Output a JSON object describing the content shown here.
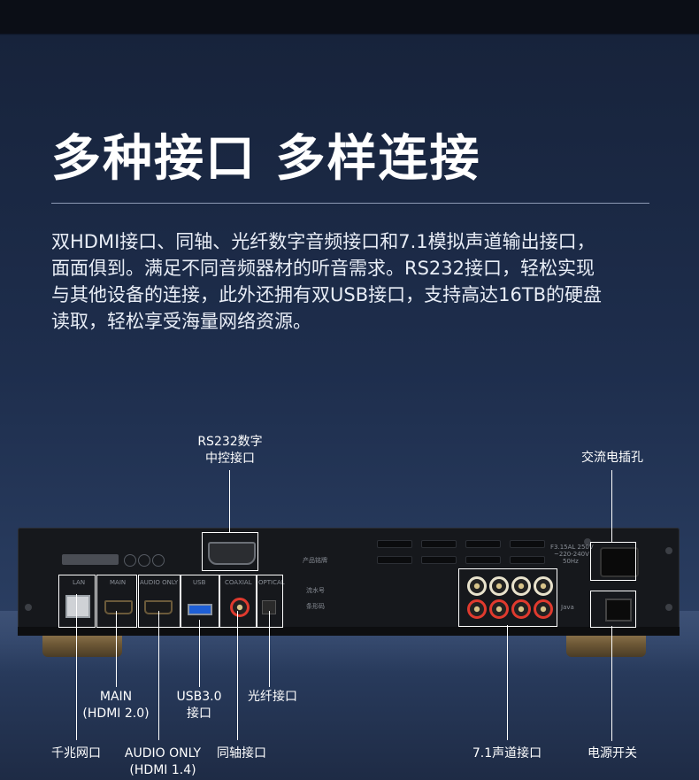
{
  "headline": "多种接口 多样连接",
  "description_lines": [
    "双HDMI接口、同轴、光纤数字音频接口和7.1模拟声道输出接口，",
    "面面俱到。满足不同音频器材的听音需求。RS232接口，轻松实现",
    "与其他设备的连接，此外还拥有双USB接口，支持高达16TB的硬盘",
    "读取，轻松享受海量网络资源。"
  ],
  "labels": {
    "rs232": [
      "RS232数字",
      "中控接口"
    ],
    "ac_power": "交流电插孔",
    "main": [
      "MAIN",
      "(HDMI 2.0)"
    ],
    "usb": [
      "USB3.0",
      "接口"
    ],
    "optical": "光纤接口",
    "lan": "千兆网口",
    "audio_only": [
      "AUDIO ONLY",
      "(HDMI 1.4)"
    ],
    "coaxial": "同轴接口",
    "analog71": "7.1声道接口",
    "power_switch": "电源开关"
  },
  "panel_text": {
    "lan": "LAN",
    "main": "MAIN",
    "audio_only": "AUDIO ONLY",
    "usb": "USB",
    "coaxial": "COAXIAL",
    "optical": "OPTICAL",
    "product_name": "产品铭牌",
    "serial": "流水号",
    "barcode": "条形码",
    "fuse": "F3.15AL 250V",
    "voltage": "~220-240V",
    "freq": "50Hz",
    "java": "Java"
  }
}
